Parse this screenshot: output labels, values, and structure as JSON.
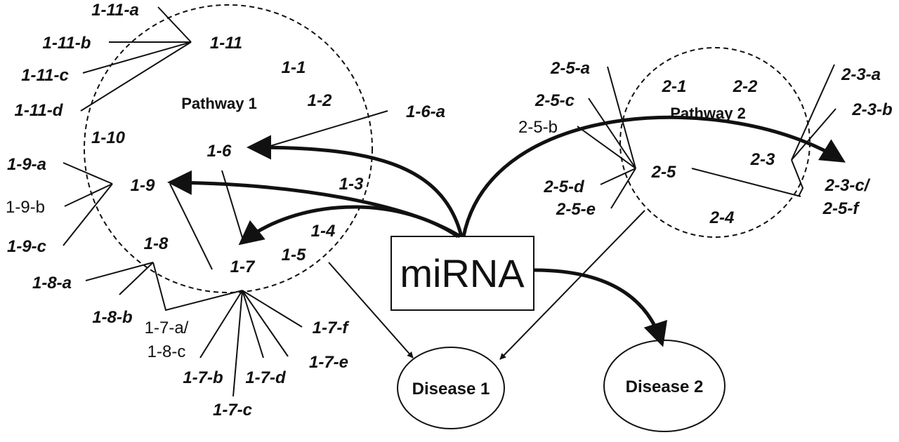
{
  "center": {
    "label": "miRNA"
  },
  "pathways": [
    {
      "id": "p1",
      "title": "Pathway 1"
    },
    {
      "id": "p2",
      "title": "Pathway 2"
    }
  ],
  "diseases": [
    {
      "id": "d1",
      "label": "Disease 1"
    },
    {
      "id": "d2",
      "label": "Disease 2"
    }
  ],
  "nodes": {
    "n1_1": "1-1",
    "n1_2": "1-2",
    "n1_3": "1-3",
    "n1_4": "1-4",
    "n1_5": "1-5",
    "n1_6": "1-6",
    "n1_7": "1-7",
    "n1_8": "1-8",
    "n1_9": "1-9",
    "n1_10": "1-10",
    "n1_11": "1-11",
    "n1_11_a": "1-11-a",
    "n1_11_b": "1-11-b",
    "n1_11_c": "1-11-c",
    "n1_11_d": "1-11-d",
    "n1_6_a": "1-6-a",
    "n1_9_a": "1-9-a",
    "n1_9_b": "1-9-b",
    "n1_9_c": "1-9-c",
    "n1_8_a": "1-8-a",
    "n1_8_b": "1-8-b",
    "n1_7_a1": "1-7-a/",
    "n1_7_a2": "1-8-c",
    "n1_7_b": "1-7-b",
    "n1_7_c": "1-7-c",
    "n1_7_d": "1-7-d",
    "n1_7_e": "1-7-e",
    "n1_7_f": "1-7-f",
    "n2_1": "2-1",
    "n2_2": "2-2",
    "n2_3": "2-3",
    "n2_4": "2-4",
    "n2_5": "2-5",
    "n2_5_a": "2-5-a",
    "n2_5_b": "2-5-b",
    "n2_5_c": "2-5-c",
    "n2_5_d": "2-5-d",
    "n2_5_e": "2-5-e",
    "n2_3_a": "2-3-a",
    "n2_3_b": "2-3-b",
    "n2_3_c1": "2-3-c/",
    "n2_3_c2": "2-5-f"
  }
}
